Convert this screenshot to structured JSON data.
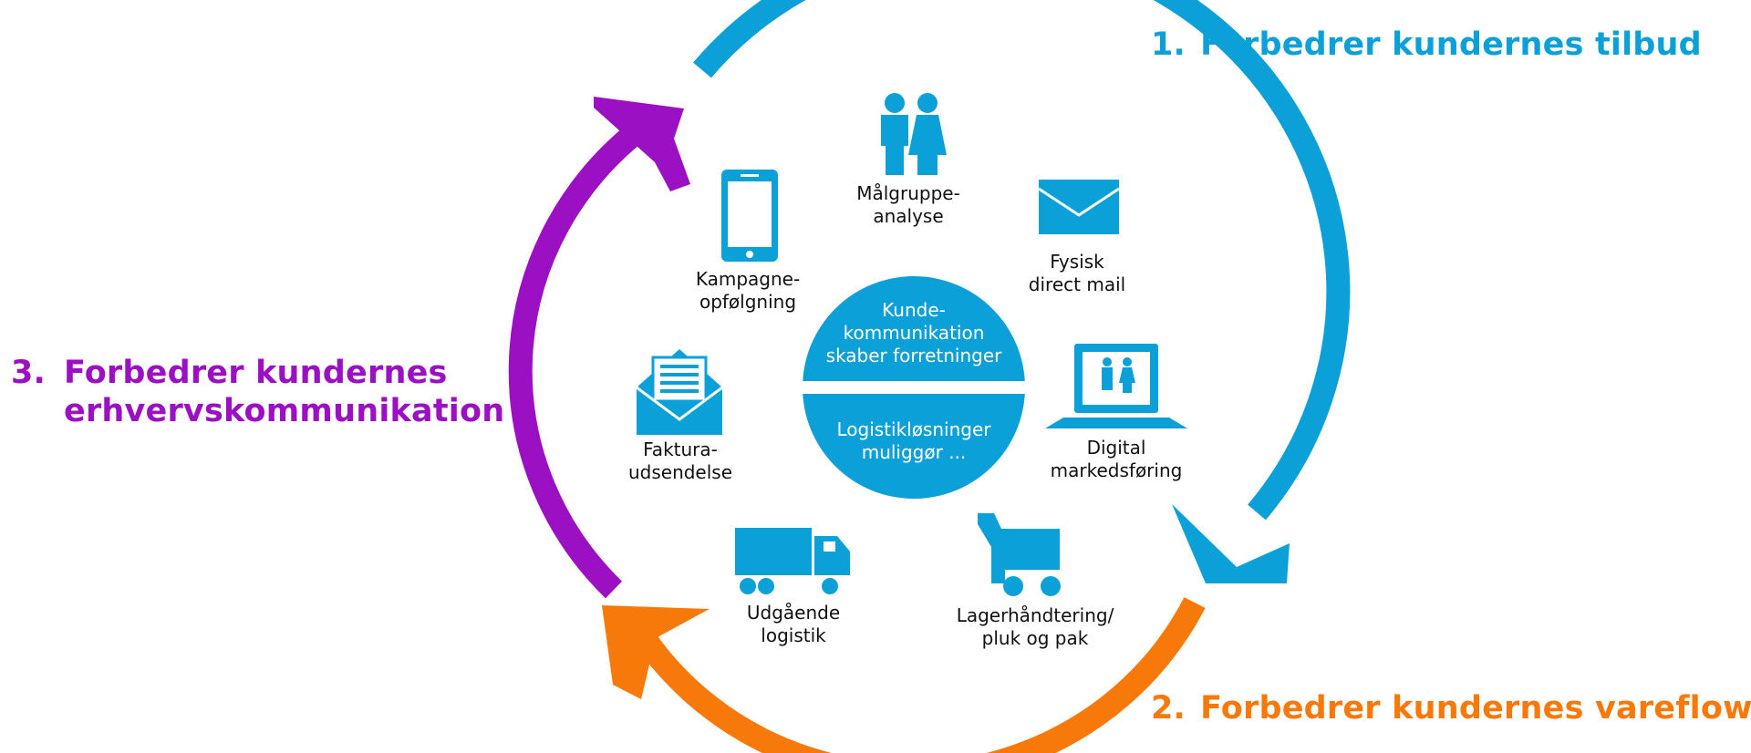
{
  "colors": {
    "blue": "#0ba0d8",
    "orange": "#f7790a",
    "purple": "#9c10c4",
    "text": "#111111"
  },
  "headings": {
    "blue": {
      "number": "1.",
      "text": "Forbedrer kundernes tilbud"
    },
    "orange": {
      "number": "2.",
      "text": "Forbedrer kundernes vareflow"
    },
    "purple": {
      "number": "3.",
      "line1": "Forbedrer kundernes",
      "line2": "erhvervskommunikation"
    }
  },
  "center": {
    "top": [
      "Kunde-",
      "kommunikation",
      "skaber forretninger"
    ],
    "bottom": [
      "Logistikløsninger",
      "muliggør ..."
    ]
  },
  "items": {
    "malgruppe": {
      "icon": "people-icon",
      "lines": [
        "Målgruppe-",
        "analyse"
      ]
    },
    "direct_mail": {
      "icon": "envelope-icon",
      "lines": [
        "Fysisk",
        "direct mail"
      ]
    },
    "digital": {
      "icon": "laptop-people-icon",
      "lines": [
        "Digital",
        "markedsføring"
      ]
    },
    "lager": {
      "icon": "shopping-cart-icon",
      "lines": [
        "Lagerhåndtering/",
        "pluk og pak"
      ]
    },
    "udgaende": {
      "icon": "delivery-truck-icon",
      "lines": [
        "Udgående",
        "logistik"
      ]
    },
    "faktura": {
      "icon": "open-envelope-letter-icon",
      "lines": [
        "Faktura-",
        "udsendelse"
      ]
    },
    "kampagne": {
      "icon": "smartphone-icon",
      "lines": [
        "Kampagne-",
        "opfølgning"
      ]
    }
  }
}
